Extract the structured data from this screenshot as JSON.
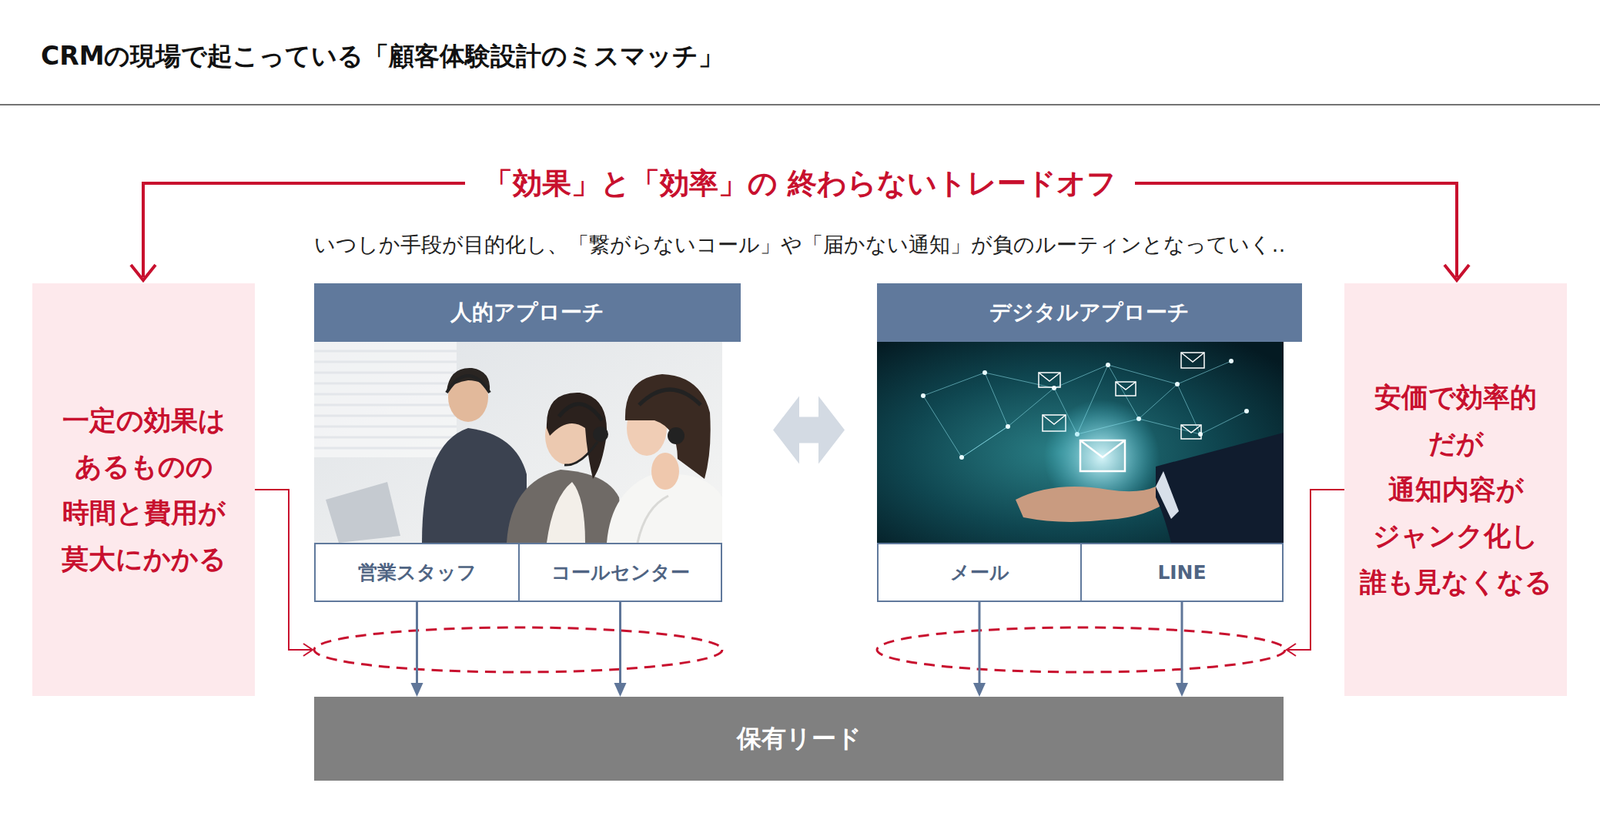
{
  "diagram": {
    "title": "CRMの現場で起こっている「顧客体験設計のミスマッチ」",
    "nodes": [
      {
        "text": [
          "一定の効果は あるものの 時間と費用が 莫大にかかる"
        ]
      },
      {
        "text": [
          "人的アプローチ"
        ]
      },
      {
        "text": [
          "営業スタッフ"
        ],
        "in": 1
      },
      {
        "text": [
          "コールセンター"
        ],
        "in": 1
      },
      {
        "text": [
          "デジタルアプローチ"
        ]
      },
      {
        "text": [
          "メール"
        ],
        "in": 4
      },
      {
        "text": [
          "LINE"
        ],
        "in": 4
      },
      {
        "text": [
          "安価で効率的 だが 通知内容が ジャンク化し 誰も見なくなる"
        ]
      },
      {
        "text": [
          "保有リード"
        ]
      }
    ],
    "edges": [
      {
        "from": 1,
        "to": 4,
        "arrow": "both"
      },
      {
        "from": 2,
        "to": 8,
        "arrow": "to"
      },
      {
        "from": 3,
        "to": 8,
        "arrow": "to"
      },
      {
        "from": 5,
        "to": 8,
        "arrow": "to"
      },
      {
        "from": 6,
        "to": 8,
        "arrow": "to"
      }
    ],
    "labels": [
      "「効果」と「効率」の 終わらないトレードオフ",
      "いつしか手段が目的化し、「繋がらないコール」や「届かない通知」が負のルーティンとなっていく‥"
    ]
  }
}
